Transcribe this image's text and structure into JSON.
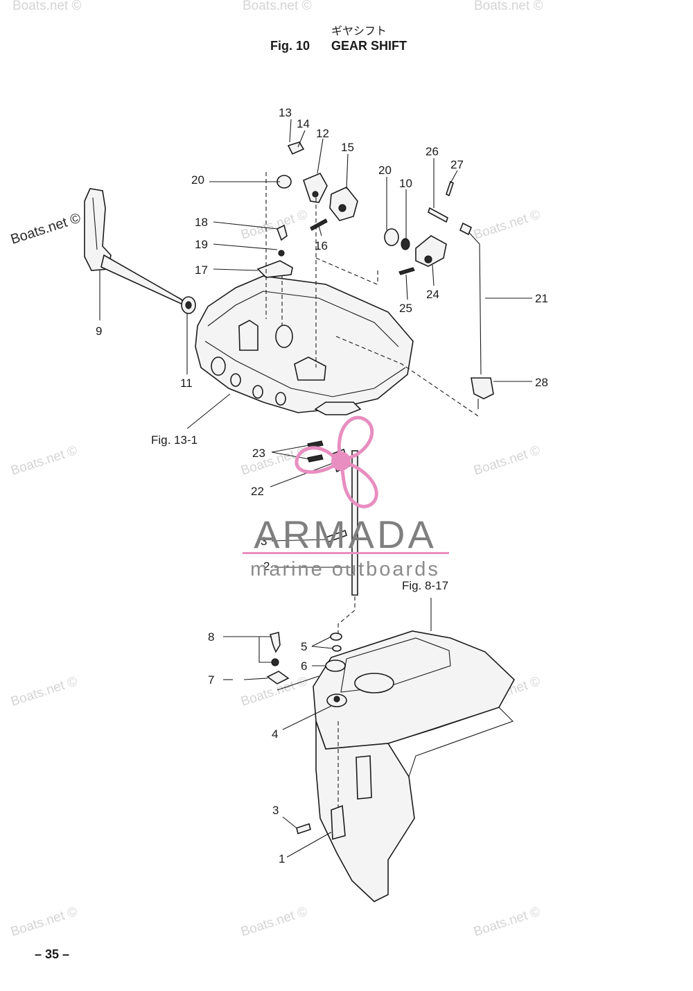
{
  "header": {
    "title_japanese": "ギヤシフト",
    "figure_number": "Fig. 10",
    "figure_title": "GEAR SHIFT"
  },
  "callouts": [
    "1",
    "2",
    "3",
    "3",
    "4",
    "5",
    "6",
    "7",
    "8",
    "9",
    "10",
    "11",
    "12",
    "13",
    "14",
    "15",
    "16",
    "17",
    "18",
    "19",
    "20",
    "20",
    "21",
    "22",
    "23",
    "24",
    "25",
    "26",
    "27",
    "28"
  ],
  "figure_refs": [
    "Fig. 13-1",
    "Fig. 8-17"
  ],
  "watermark": {
    "text": "Boats.net ©",
    "color": "#d4d4d4"
  },
  "brand": {
    "name": "ARMADA",
    "tagline": "marine outboards",
    "logo_icon": "propeller-icon",
    "logo_color": "#e88ec0",
    "text_color": "#7f7f7f"
  },
  "footer": {
    "page_number": "– 35 –"
  }
}
